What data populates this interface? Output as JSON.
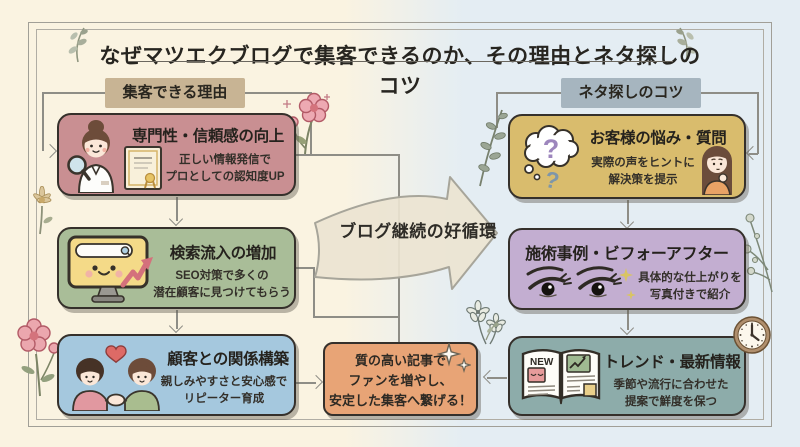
{
  "page": {
    "title": "なぜマツエクブログで集客できるのか、その理由とネタ探しのコツ",
    "bg_left": "#faf3e1",
    "bg_right": "#e4edf3"
  },
  "colors": {
    "line": "#8e8d86",
    "frame": "#a19f97",
    "box_border": "#35302b"
  },
  "sections": {
    "left": {
      "header": "集客できる理由",
      "header_bg": "#c8b494"
    },
    "right": {
      "header": "ネタ探しのコツ",
      "header_bg": "#a6b5bf"
    }
  },
  "boxes": {
    "expertise": {
      "title": "専門性・信頼感の向上",
      "desc1": "正しい情報発信で",
      "desc2": "プロとしての認知度UP",
      "bg": "#c98f92",
      "icon": "beautician-magnifier-certificate-icon"
    },
    "search": {
      "title": "検索流入の増加",
      "desc1": "SEO対策で多くの",
      "desc2": "潜在顧客に見つけてもらう",
      "bg": "#a9bd98",
      "icon": "monitor-search-growth-icon"
    },
    "relationship": {
      "title": "顧客との関係構築",
      "desc1": "親しみやすさと安心感で",
      "desc2": "リピーター育成",
      "bg": "#a5c8de",
      "icon": "handshake-heart-icon"
    },
    "concerns": {
      "title": "お客様の悩み・質問",
      "desc1": "実際の声をヒントに",
      "desc2": "解決策を提示",
      "bg": "#d9bc6d",
      "icon": "question-thought-bubble-icon",
      "q1": "?",
      "q2": "?"
    },
    "cases": {
      "title": "施術事例・ビフォーアフター",
      "desc1": "具体的な仕上がりを",
      "desc2": "写真付きで紹介",
      "bg": "#c3aed1",
      "icon": "eyelash-eyes-icon"
    },
    "trends": {
      "title": "トレンド・最新情報",
      "desc1": "季節や流行に合わせた",
      "desc2": "提案で鮮度を保つ",
      "bg": "#8dacaa",
      "icon": "magazine-icon",
      "new_label": "NEW"
    }
  },
  "center": {
    "cycle_label": "ブログ継続の好循環",
    "goal_line1": "質の高い記事で",
    "goal_line2": "ファンを増やし、",
    "goal_line3": "安定した集客へ繋げる！",
    "goal_bg": "#e8a476"
  }
}
